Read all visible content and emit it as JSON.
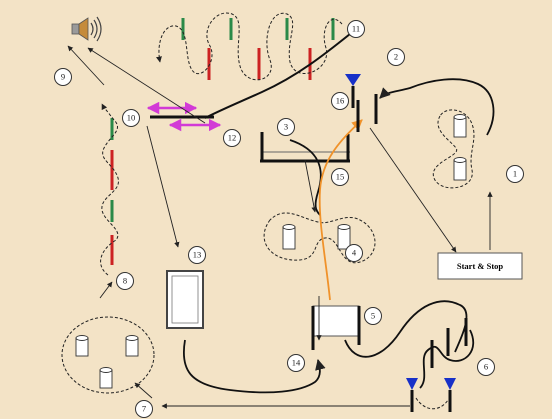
{
  "colors": {
    "background": "#f3e3c6",
    "pole_green": "#2a8a48",
    "pole_red": "#cc2222",
    "cone_blue": "#1730c8",
    "magenta": "#d23ad6",
    "orange_path": "#f0922a",
    "line_black": "#111111"
  },
  "icons": {
    "speaker": "speaker-icon"
  },
  "start_stop": {
    "label": "Start & Stop"
  },
  "stations": [
    {
      "id": "station-1",
      "label": "1"
    },
    {
      "id": "station-2",
      "label": "2"
    },
    {
      "id": "station-3",
      "label": "3"
    },
    {
      "id": "station-4",
      "label": "4"
    },
    {
      "id": "station-5",
      "label": "5"
    },
    {
      "id": "station-6",
      "label": "6"
    },
    {
      "id": "station-7",
      "label": "7"
    },
    {
      "id": "station-8",
      "label": "8"
    },
    {
      "id": "station-9",
      "label": "9"
    },
    {
      "id": "station-10",
      "label": "10"
    },
    {
      "id": "station-11",
      "label": "11"
    },
    {
      "id": "station-12",
      "label": "12"
    },
    {
      "id": "station-13",
      "label": "13"
    },
    {
      "id": "station-14",
      "label": "14"
    },
    {
      "id": "station-15",
      "label": "15"
    },
    {
      "id": "station-16",
      "label": "16"
    }
  ]
}
